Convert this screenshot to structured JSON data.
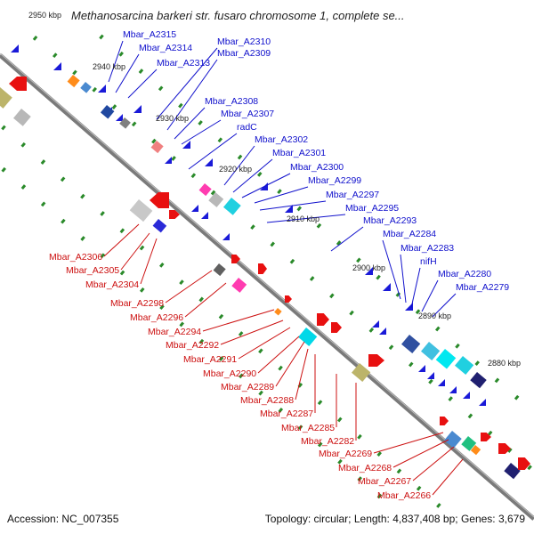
{
  "title": "Methanosarcina barkeri str. fusaro chromosome 1, complete se...",
  "accession": "Accession: NC_007355",
  "summary": "Topology: circular; Length: 4,837,408 bp; Genes: 3,679",
  "kbp_labels": [
    "2950 kbp",
    "2940 kbp",
    "2930 kbp",
    "2920 kbp",
    "2910 kbp",
    "2900 kbp",
    "2890 kbp",
    "2880 kbp"
  ],
  "forward_labels": [
    "Mbar_A2315",
    "Mbar_A2314",
    "Mbar_A2313",
    "Mbar_A2310",
    "Mbar_A2309",
    "Mbar_A2308",
    "Mbar_A2307",
    "radC",
    "Mbar_A2302",
    "Mbar_A2301",
    "Mbar_A2300",
    "Mbar_A2299",
    "Mbar_A2297",
    "Mbar_A2295",
    "Mbar_A2293",
    "Mbar_A2284",
    "Mbar_A2283",
    "nifH",
    "Mbar_A2280",
    "Mbar_A2279"
  ],
  "reverse_labels": [
    "Mbar_A2306",
    "Mbar_A2305",
    "Mbar_A2304",
    "Mbar_A2298",
    "Mbar_A2296",
    "Mbar_A2294",
    "Mbar_A2292",
    "Mbar_A2291",
    "Mbar_A2290",
    "Mbar_A2289",
    "Mbar_A2288",
    "Mbar_A2287",
    "Mbar_A2285",
    "Mbar_A2282",
    "Mbar_A2269",
    "Mbar_A2268",
    "Mbar_A2267",
    "Mbar_A2266"
  ],
  "colors": {
    "forward": "#1010cc",
    "reverse": "#cc1010",
    "backbone": "#808080",
    "tick": "#2a8a2a"
  }
}
